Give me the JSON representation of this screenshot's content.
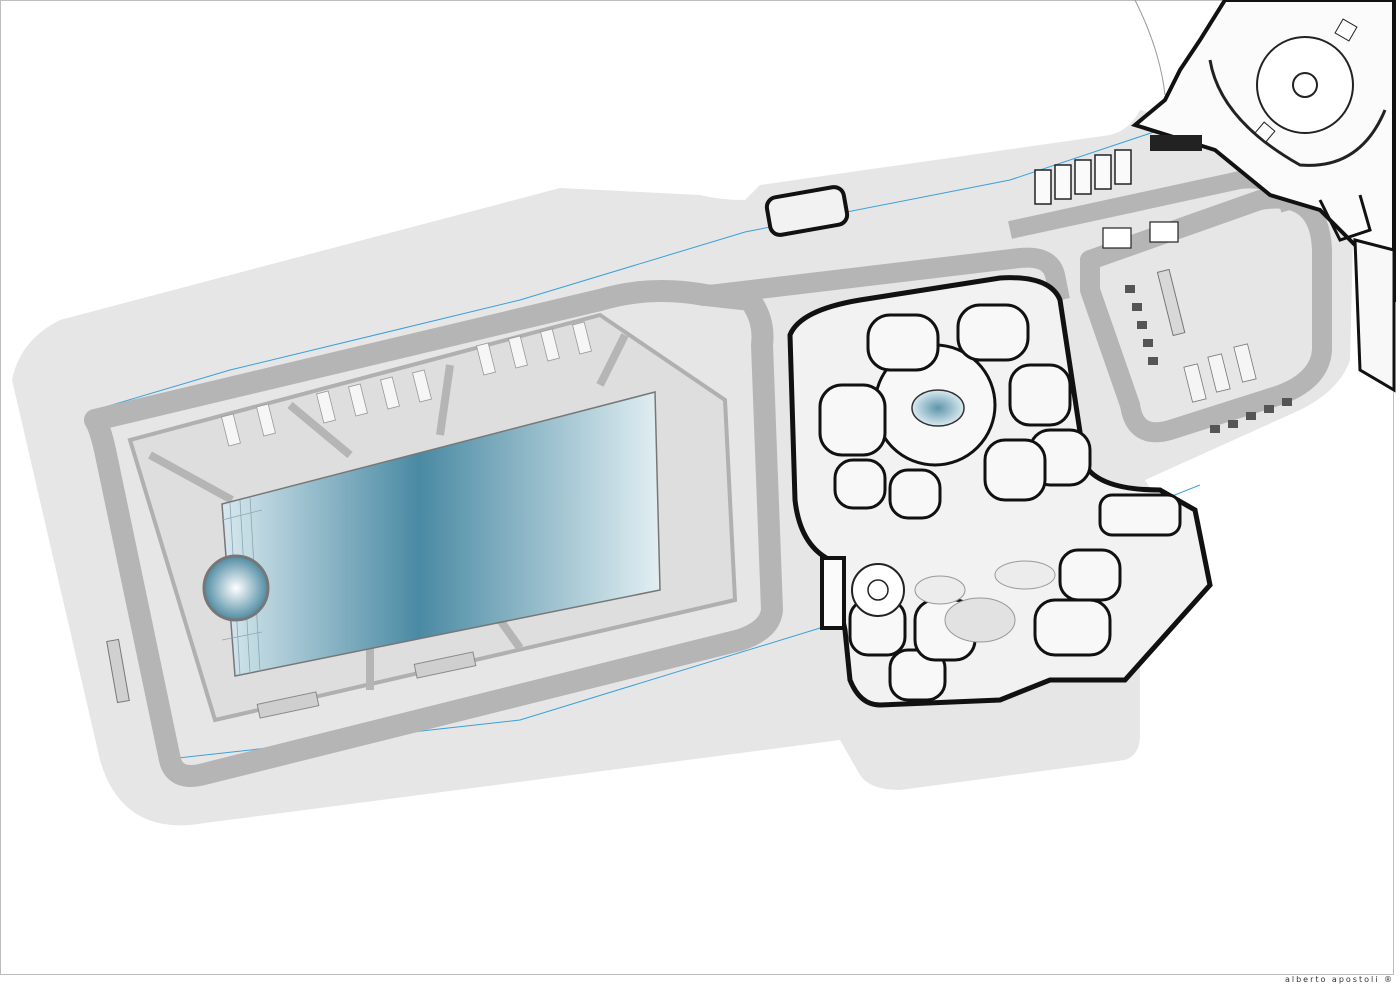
{
  "credit": "alberto apostoli ®",
  "colors": {
    "ground": "#e6e6e6",
    "path": "#b9b9b9",
    "wall": "#111111",
    "water_light": "#dfeef3",
    "water_dark": "#3e7f98",
    "edge_line": "#3aa0d8",
    "frame": "#bdbdbd"
  },
  "icons": {
    "pool": "rectangular-pool",
    "jacuzzi": "round-whirlpool",
    "spa": "spa-building",
    "villa": "main-villa",
    "sunbeds": "sunbed-row"
  }
}
